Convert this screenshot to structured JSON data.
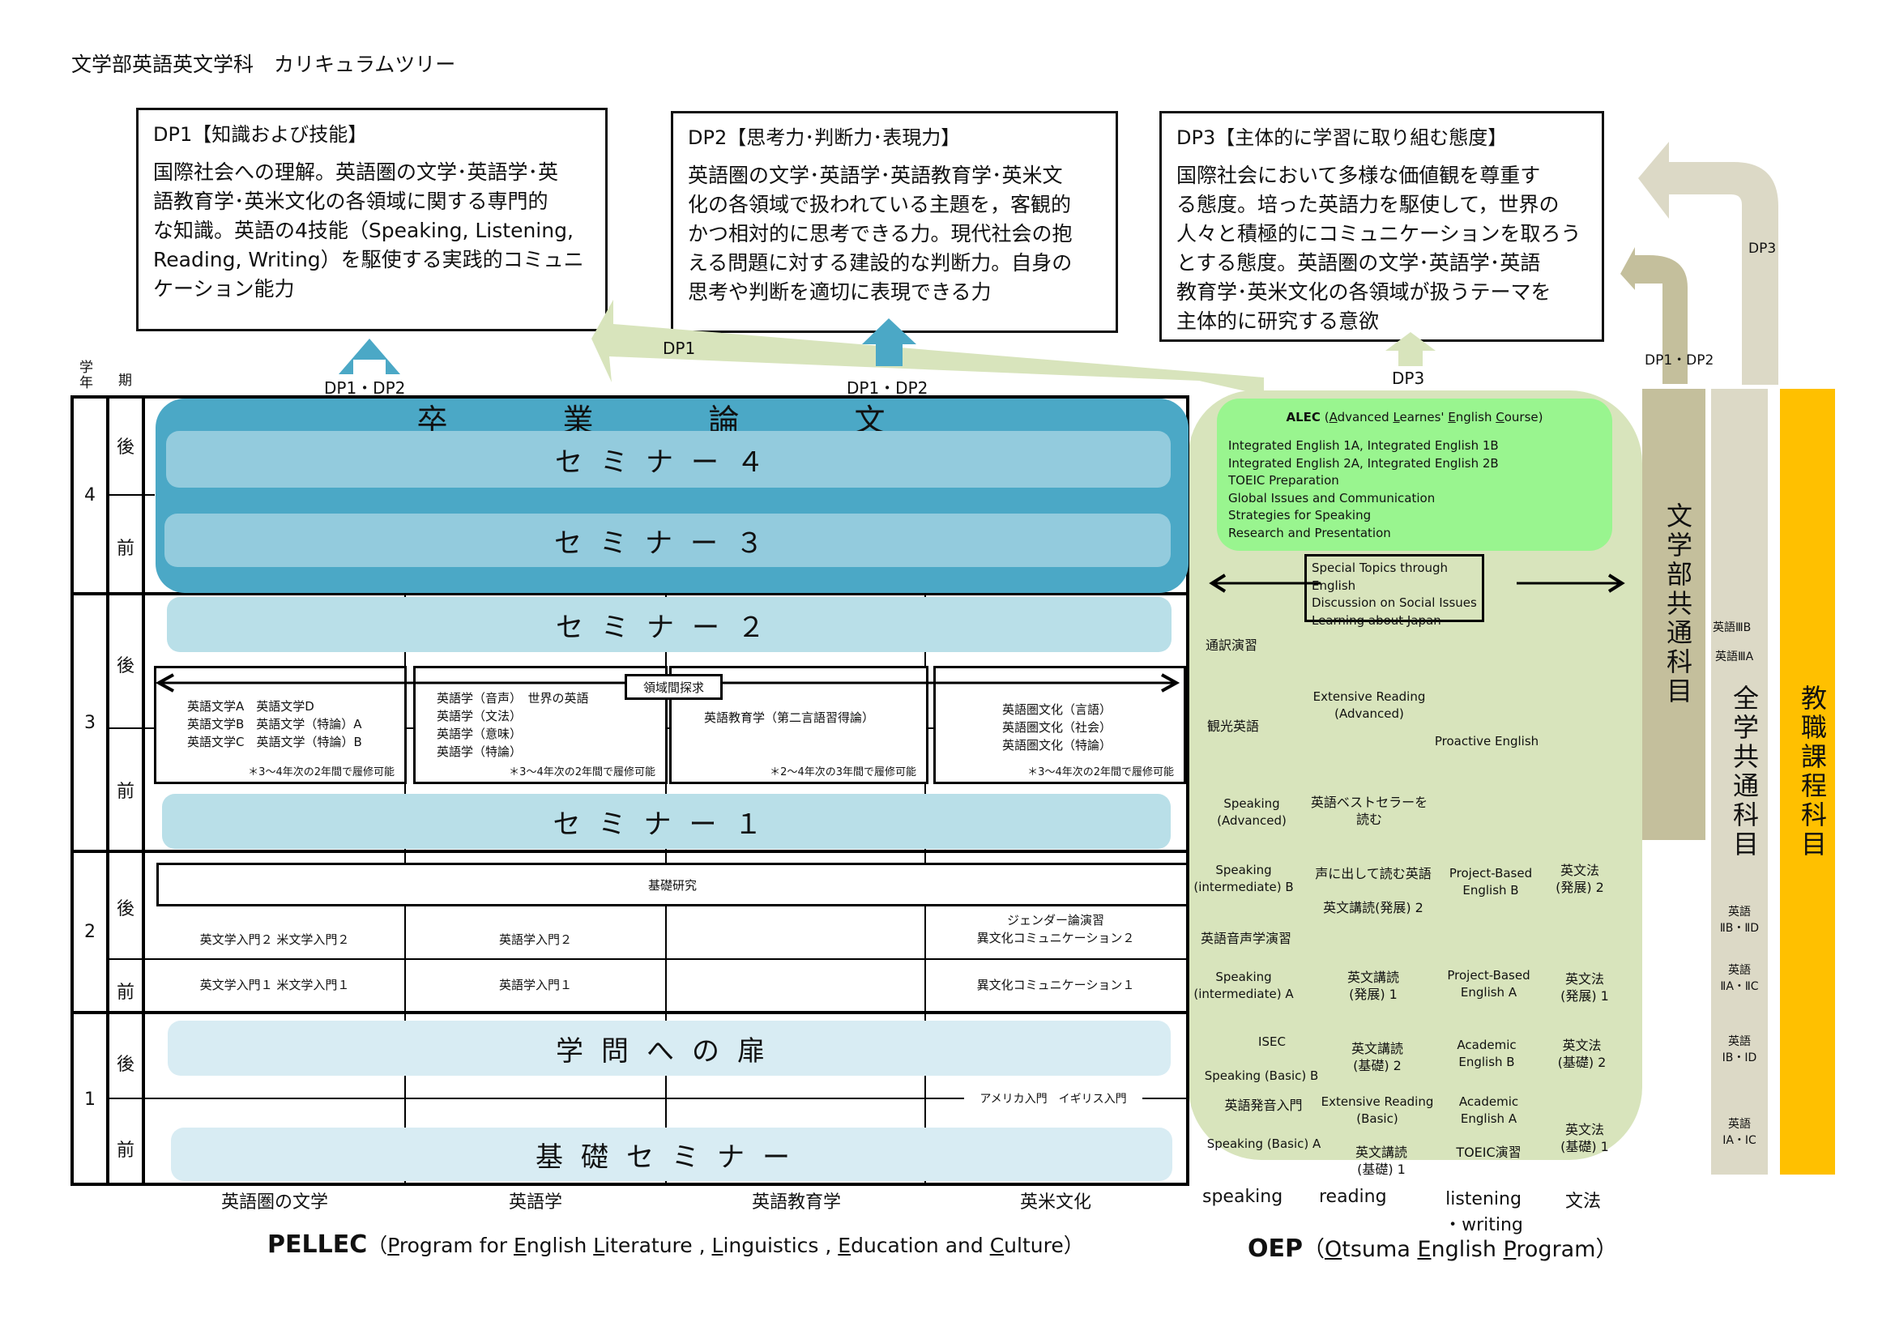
{
  "title": "文学部英語英文学科　カリキュラムツリー",
  "dp_boxes": [
    {
      "heading": "DP1【知識および技能】",
      "lines": [
        "国際社会への理解。英語圏の文学･英語学･英",
        "語教育学･英米文化の各領域に関する専門的",
        "な知識。英語の4技能（Speaking, Listening,",
        "Reading, Writing）を駆使する実践的コミュニ",
        "ケーション能力"
      ]
    },
    {
      "heading": "DP2【思考力･判断力･表現力】",
      "lines": [
        "英語圏の文学･英語学･英語教育学･英米文",
        "化の各領域で扱われている主題を，客観的",
        "かつ相対的に思考できる力。現代社会の抱",
        "える問題に対する建設的な判断力。自身の",
        "思考や判断を適切に表現できる力"
      ]
    },
    {
      "heading": "DP3【主体的に学習に取り組む態度】",
      "lines": [
        "国際社会において多様な価値観を尊重す",
        "る態度。培った英語力を駆使して，世界の",
        "人々と積極的にコミュニケーションを取ろう",
        "とする態度。英語圏の文学･英語学･英語",
        "教育学･英米文化の各領域が扱うテーマを",
        "主体的に研究する意欲"
      ]
    }
  ],
  "arrows": {
    "dp12_left": "DP1・DP2",
    "dp12_mid": "DP1・DP2",
    "dp1_big": "DP1",
    "dp3_oep": "DP3",
    "dp12_right": "DP1・DP2",
    "dp3_right": "DP3"
  },
  "colors": {
    "seminar_dark": "#4ba8c6",
    "seminar_mid": "#93cbdd",
    "seminar_light": "#b9dfe8",
    "seminar_pale": "#d8ecf3",
    "oep_bg": "#d8e4bc",
    "alec_bg": "#99f58f",
    "bungakubu_bar": "#c4bf9c",
    "zengaku_bar": "#dcd9c6",
    "kyoshoku_bar": "#ffc000",
    "dp_arrow_blue": "#4ba8c6",
    "dp_arrow_green": "#d8e4bc"
  },
  "table": {
    "header_year": "学年",
    "header_term": "期",
    "years": [
      "4",
      "3",
      "2",
      "1"
    ],
    "terms": {
      "late": "後",
      "early": "前"
    },
    "columns": [
      "英語圏の文学",
      "英語学",
      "英語教育学",
      "英米文化"
    ]
  },
  "year4": {
    "thesis": "卒　業　論　文",
    "seminar4": "セミナー４",
    "seminar3": "セミナー３"
  },
  "year3": {
    "seminar2": "セミナー２",
    "seminar1": "セミナー１",
    "interdisciplinary": "領域間探求",
    "boxes": [
      {
        "lines": [
          "英語文学A　英語文学D",
          "英語文学B　英語文学（特論）A",
          "英語文学C　英語文学（特論）B"
        ],
        "note": "＊3～4年次の2年間で履修可能"
      },
      {
        "lines": [
          "英語学（音声）　世界の英語",
          "英語学（文法）",
          "英語学（意味）",
          "英語学（特論）"
        ],
        "note": "＊3～4年次の2年間で履修可能"
      },
      {
        "lines": [
          "英語教育学（第二言語習得論）"
        ],
        "note": "＊2～4年次の3年間で履修可能"
      },
      {
        "lines": [
          "英語圏文化（言語）",
          "英語圏文化（社会）",
          "英語圏文化（特論）"
        ],
        "note": "＊3～4年次の2年間で履修可能"
      }
    ]
  },
  "year2": {
    "kiso_kenkyu": "基礎研究",
    "late": [
      "英文学入門２ 米文学入門２",
      "英語学入門２",
      "",
      "ジェンダー論演習\n異文化コミュニケーション２"
    ],
    "late_culture_1": "ジェンダー論演習",
    "late_culture_2": "異文化コミュニケーション２",
    "early": [
      "英文学入門１ 米文学入門１",
      "英語学入門１",
      "",
      "異文化コミュニケーション１"
    ]
  },
  "year1": {
    "gakumon": "学問への扉",
    "kiso_seminar": "基礎セミナー",
    "america_england": "アメリカ入門　イギリス入門"
  },
  "pellec": {
    "acronym": "PELLEC",
    "full_parts": [
      {
        "u": "P",
        "t": "rogram for "
      },
      {
        "u": "E",
        "t": "nglish "
      },
      {
        "u": "L",
        "t": "iterature , "
      },
      {
        "u": "L",
        "t": "inguistics , "
      },
      {
        "u": "E",
        "t": "ducation and "
      },
      {
        "u": "C",
        "t": "ulture"
      }
    ]
  },
  "oep": {
    "acronym": "OEP",
    "full_parts": [
      {
        "u": "O",
        "t": "tsuma "
      },
      {
        "u": "E",
        "t": "nglish "
      },
      {
        "u": "P",
        "t": "rogram"
      }
    ],
    "alec_title_bold": "ALEC",
    "alec_title_parts": [
      {
        "u": "A",
        "t": "dvanced "
      },
      {
        "u": "L",
        "t": "earnes' "
      },
      {
        "u": "E",
        "t": "nglish "
      },
      {
        "u": "C",
        "t": "ourse"
      }
    ],
    "alec_courses": [
      "Integrated English 1A, Integrated English 1B",
      "Integrated English 2A, Integrated English 2B",
      "TOEIC Preparation",
      "Global Issues and Communication",
      "Strategies for Speaking",
      "Research and Presentation"
    ],
    "special_topics": [
      "Special Topics through English",
      "Discussion on Social Issues",
      "Learning about Japan"
    ],
    "courses": {
      "tsuyaku": "通訳演習",
      "kanko": "観光英語",
      "ext_reading_adv": "Extensive Reading\n(Advanced)",
      "proactive": "Proactive English",
      "speaking_adv": "Speaking\n(Advanced)",
      "bestseller": "英語ベストセラーを\n読む",
      "speaking_int_b": "Speaking\n(intermediate) B",
      "koe": "声に出して読む英語",
      "eibun_hatten2": "英文講読(発展) 2",
      "pbe_b": "Project-Based\nEnglish B",
      "grammar_hatten2": "英文法\n(発展) 2",
      "onsei": "英語音声学演習",
      "speaking_int_a": "Speaking\n(intermediate) A",
      "eibun_hatten1": "英文講読\n(発展) 1",
      "pbe_a": "Project-Based\nEnglish A",
      "grammar_hatten1": "英文法\n(発展) 1",
      "isec": "ISEC",
      "speaking_basic_b": "Speaking (Basic) B",
      "eibun_kiso2": "英文講読\n(基礎) 2",
      "academic_b": "Academic\nEnglish B",
      "grammar_kiso2": "英文法\n(基礎) 2",
      "hatsuon": "英語発音入門",
      "ext_reading_basic": "Extensive Reading\n(Basic)",
      "academic_a": "Academic\nEnglish A",
      "speaking_basic_a": "Speaking (Basic) A",
      "eibun_kiso1": "英文講読\n(基礎) 1",
      "toeic": "TOEIC演習",
      "grammar_kiso1": "英文法\n(基礎) 1"
    },
    "columns": [
      "speaking",
      "reading",
      "listening\n・writing",
      "文法"
    ]
  },
  "side_bars": {
    "bungakubu": "文学部共通科目",
    "zengaku": "全学共通科目",
    "kyoshoku": "教職課程科目",
    "zengaku_courses": [
      "英語ⅢB",
      "英語ⅢA",
      "英語\nⅡB・ⅡD",
      "英語\nⅡA・ⅡC",
      "英語\nⅠB・ⅠD",
      "英語\nⅠA・ⅠC"
    ]
  }
}
